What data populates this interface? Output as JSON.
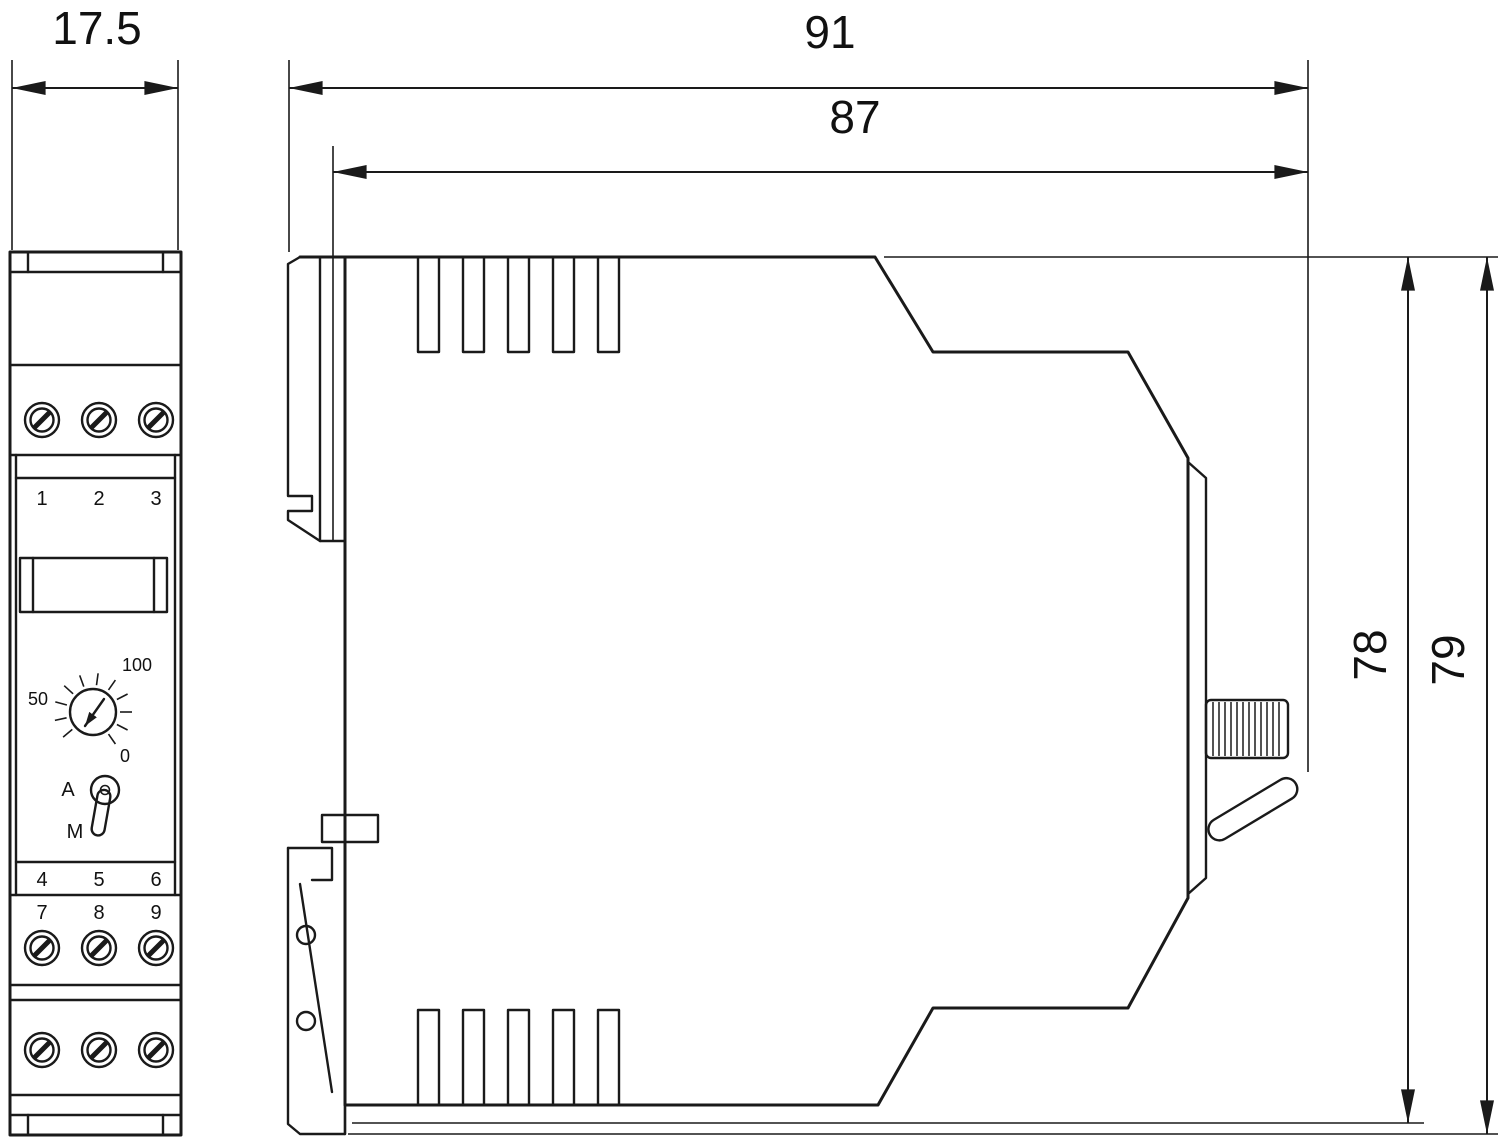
{
  "dimensions": {
    "front_width": "17.5",
    "total_depth": "91",
    "body_depth": "87",
    "body_height": "78",
    "total_height": "79"
  },
  "front_view": {
    "terminal_numbers_top": [
      "1",
      "2",
      "3"
    ],
    "terminal_numbers_mid": [
      "4",
      "5",
      "6"
    ],
    "terminal_numbers_lower": [
      "7",
      "8",
      "9"
    ],
    "dial_scale": {
      "max": "100",
      "mid": "50",
      "min": "0"
    },
    "mode_switch": {
      "auto": "A",
      "manual": "M"
    }
  },
  "colors": {
    "line": "#1a1a1a",
    "background": "#ffffff"
  }
}
